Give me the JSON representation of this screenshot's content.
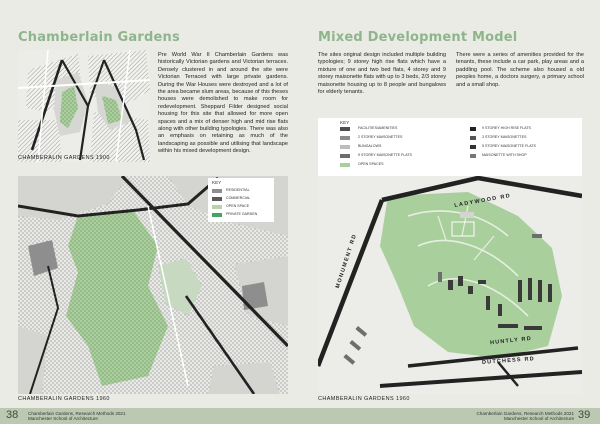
{
  "left_page": {
    "title": "Chamberlain Gardens",
    "intro": "Pre World War II Chamberlain Gardens was historically Victorian gardens and Victorian terraces. Densely clustered in and around the site were Victorian Terraced with large private gardens. During the War Houses were destroyed and a lot of the area became slum areas, because of this theses houses were demolished to make room for redevelopment. Sheppard Filder designed social housing for this site that allowed for more open spaces and a mix of denser high and mid rise flats along with other building typologies. There was also an emphasis on retaining as much of the landscaping as possible and utilising that landscape within his mixed development design.",
    "map1900_caption": "CHAMBERALIN GARDENS 1900",
    "map1960_caption": "CHAMBERALIN GARDENS 1960",
    "key": {
      "heading": "KEY",
      "items": [
        {
          "label": "RESIDENTIAL",
          "color": "#8e8e8e"
        },
        {
          "label": "COMMERCIAL",
          "color": "#5a5a5a"
        },
        {
          "label": "OPEN SPACE",
          "color": "#b6d3ae"
        },
        {
          "label": "PRIVATE GARDEN",
          "color": "#44a36a"
        }
      ]
    },
    "footer": {
      "page_number": "38",
      "line1": "Chamberlain Gardens, Research Methods 2021",
      "line2": "Manchester School of Architecture"
    }
  },
  "right_page": {
    "title": "Mixed Development Model",
    "text_col1": "The sites original design included multiple building typologies; 9 storey high rise flats which have a mixture of one and two bed flats, 4 storey and 9 storey maisonette flats with up to 3 beds, 2/3 storey maisonette housing up to 8 people and bungalows for elderly tenants.",
    "text_col2": "There were a series of amenities provided for the tenants, these include a car park, play areas and a paddling pool. The scheme also housed a old peoples home, a doctors surgery, a primary school and a small shop.",
    "key": {
      "heading": "KEY",
      "left_items": [
        {
          "label": "FACILITIES/AMENITIES",
          "color": "#4f4f4f"
        },
        {
          "label": "2 STOREY MAISONETTES",
          "color": "#8c8c8c"
        },
        {
          "label": "BUNGALOWS",
          "color": "#bdbdbd"
        },
        {
          "label": "9 STOREY MAISONETTE FLATS",
          "color": "#6e6e6e"
        },
        {
          "label": "OPEN SPACES",
          "color": "#a9cf9c"
        }
      ],
      "right_items": [
        {
          "label": "9 STOREY HIGH RISE FLATS",
          "color": "#222222"
        },
        {
          "label": "3 STOREY MAISONETTES",
          "color": "#555555"
        },
        {
          "label": "5 STOREY MAISONETTE FLATS",
          "color": "#333333"
        },
        {
          "label": "MAISONETTE WITH SHOP",
          "color": "#777777"
        }
      ]
    },
    "roads": {
      "ladywood": "LADYWOOD RD",
      "monument": "MONUMENT RD",
      "huntly": "HUNTLY RD",
      "dutchess": "DUTCHESS RD"
    },
    "map_caption": "CHAMBERALIN GARDENS 1960",
    "footer": {
      "page_number": "39",
      "line1": "Chamberlain Gardens, Research Methods 2021",
      "line2": "Manchester School of Architecture"
    }
  }
}
